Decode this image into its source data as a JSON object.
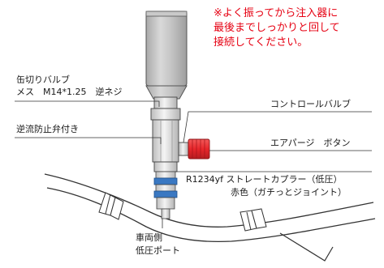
{
  "note": {
    "line1": "※よく振ってから注入器に",
    "line2": "最後までしっかりと回して",
    "line3": "接続してください。"
  },
  "labels": {
    "valve_line1": "缶切りバルブ",
    "valve_line2": "メス　M14*1.25　逆ネジ",
    "check_valve": "逆流防止弁付き",
    "control_valve": "コントロールバルブ",
    "purge_button": "エアパージ　ボタン",
    "coupler_line1": "R1234yf ストレートカプラー（低圧）",
    "coupler_line2": "赤色（ガチっとジョイント）",
    "port_line1": "車両側",
    "port_line2": "低圧ポート"
  },
  "colors": {
    "note_text": "#e60012",
    "button_red": "#e8262b",
    "seal_blue": "#3a78c2",
    "metal_light": "#f0f0f0",
    "metal_mid": "#c8c8c8",
    "can_grey": "#b9b9b9"
  }
}
